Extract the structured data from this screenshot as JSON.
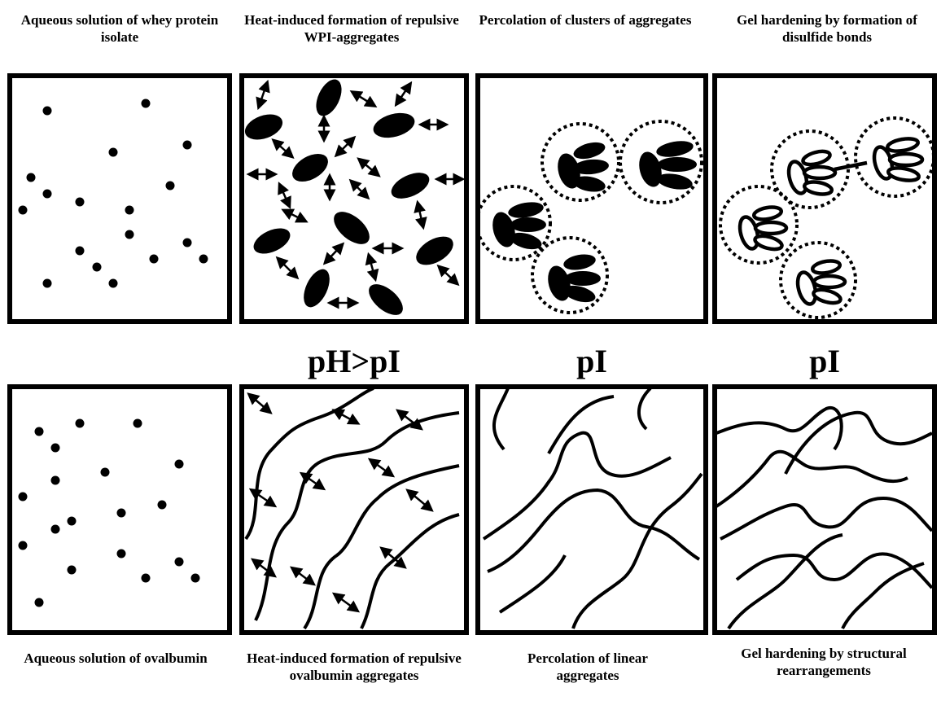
{
  "colors": {
    "ink": "#000000",
    "background": "#ffffff"
  },
  "top_row": {
    "captions": [
      "Aqueous solution of whey protein isolate",
      "Heat-induced formation of repulsive WPI-aggregates",
      "Percolation of clusters of aggregates",
      "Gel hardening by formation of disulfide bonds"
    ]
  },
  "ph_labels": [
    "pH>pI",
    "pI",
    "pI"
  ],
  "bottom_row": {
    "captions": [
      "Aqueous solution of ovalbumin",
      "Heat-induced formation of repulsive ovalbumin aggregates",
      "Percolation of linear aggregates",
      "Gel hardening by structural rearrangements"
    ]
  }
}
